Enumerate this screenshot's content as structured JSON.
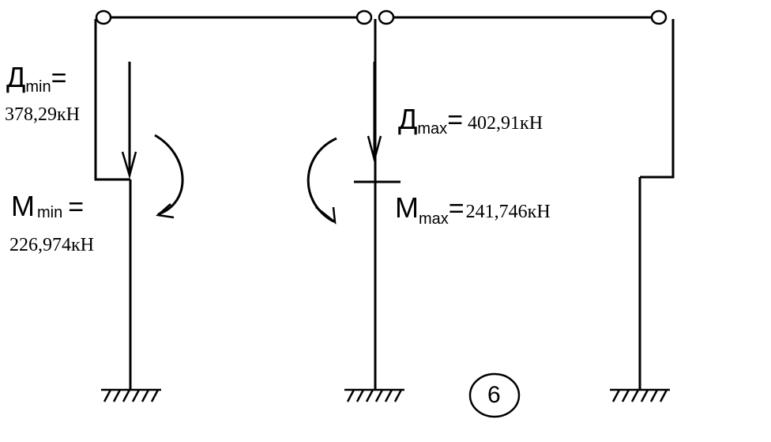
{
  "labels": {
    "d_min": {
      "symbol": "Д",
      "subscript": "min",
      "equals": "=",
      "value": "378,29кН"
    },
    "m_min": {
      "symbol": "М",
      "subscript": "min",
      "equals": "=",
      "value": "226,974кН"
    },
    "d_max": {
      "symbol": "Д",
      "subscript": "max",
      "equals": "=",
      "value": "402,91кН"
    },
    "m_max": {
      "symbol": "М",
      "subscript": "max",
      "equals": "=",
      "value": "241,746кН"
    }
  },
  "figure_number": "6",
  "colors": {
    "stroke": "#000000",
    "background": "#ffffff"
  }
}
